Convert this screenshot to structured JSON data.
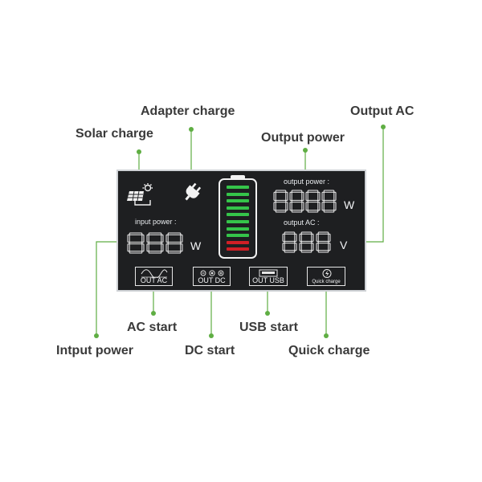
{
  "callouts": {
    "adapter_charge": "Adapter charge",
    "output_ac": "Output AC",
    "solar_charge": "Solar charge",
    "output_power": "Output power",
    "ac_start": "AC start",
    "usb_start": "USB start",
    "input_power": "Intput power",
    "dc_start": "DC start",
    "quick_charge": "Quick charge"
  },
  "lcd": {
    "input_power_label": "input power :",
    "output_power_label": "output power :",
    "output_ac_label": "output AC :",
    "input_power_unit": "W",
    "output_power_unit": "W",
    "output_ac_unit": "V",
    "buttons": {
      "out_ac": "OUT AC",
      "out_dc": "OUT DC",
      "out_usb": "OUT USB",
      "quick_charge": "Quick charge"
    }
  },
  "battery": {
    "green_bars": 8,
    "red_bars": 2
  },
  "colors": {
    "leader_line": "#5fae43",
    "lcd_background": "#1e1f21",
    "battery_green": "#35c44a",
    "battery_red": "#d11f26"
  },
  "icons": [
    "solar-panel-icon",
    "plug-icon",
    "sine-wave-icon",
    "dc-terminal-icon",
    "usb-port-icon",
    "quick-charge-icon"
  ]
}
